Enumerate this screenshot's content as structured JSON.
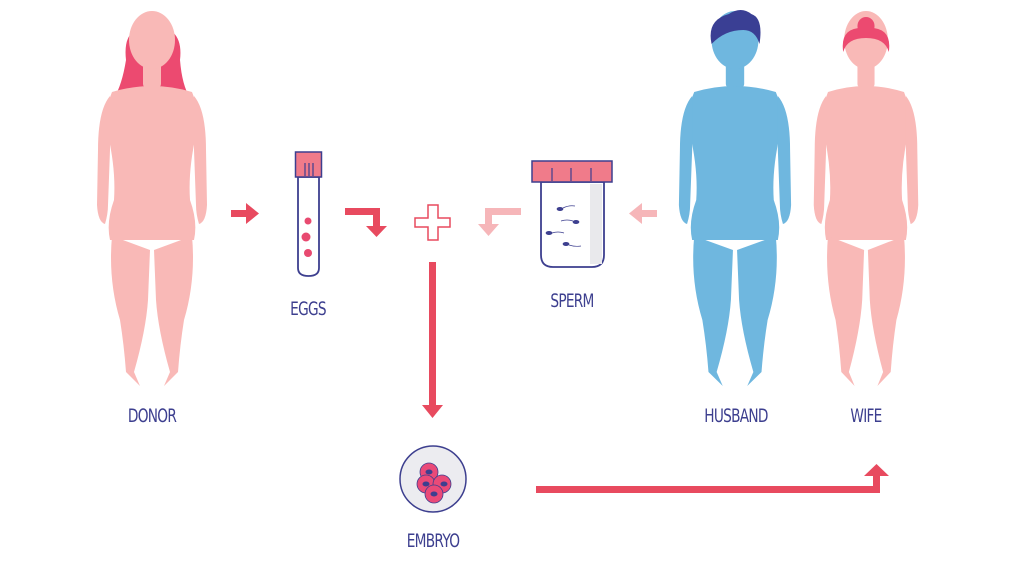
{
  "labels": {
    "donor": "DONOR",
    "eggs": "EGGS",
    "sperm": "SPERM",
    "husband": "HUSBAND",
    "wife": "WIFE",
    "embryo": "EMBRYO"
  },
  "colors": {
    "female_body": "#f9b9b7",
    "female_hair": "#ec4a70",
    "male_body": "#6fb7df",
    "male_hair": "#3a3f94",
    "arrow": "#e84a5f",
    "arrow_light": "#f6b6b9",
    "label": "#3d3f8f"
  },
  "flow": [
    {
      "from": "donor",
      "to": "eggs"
    },
    {
      "from": "eggs",
      "to": "combine"
    },
    {
      "from": "husband",
      "to": "sperm"
    },
    {
      "from": "sperm",
      "to": "combine"
    },
    {
      "from": "combine",
      "to": "embryo"
    },
    {
      "from": "embryo",
      "to": "wife"
    }
  ]
}
